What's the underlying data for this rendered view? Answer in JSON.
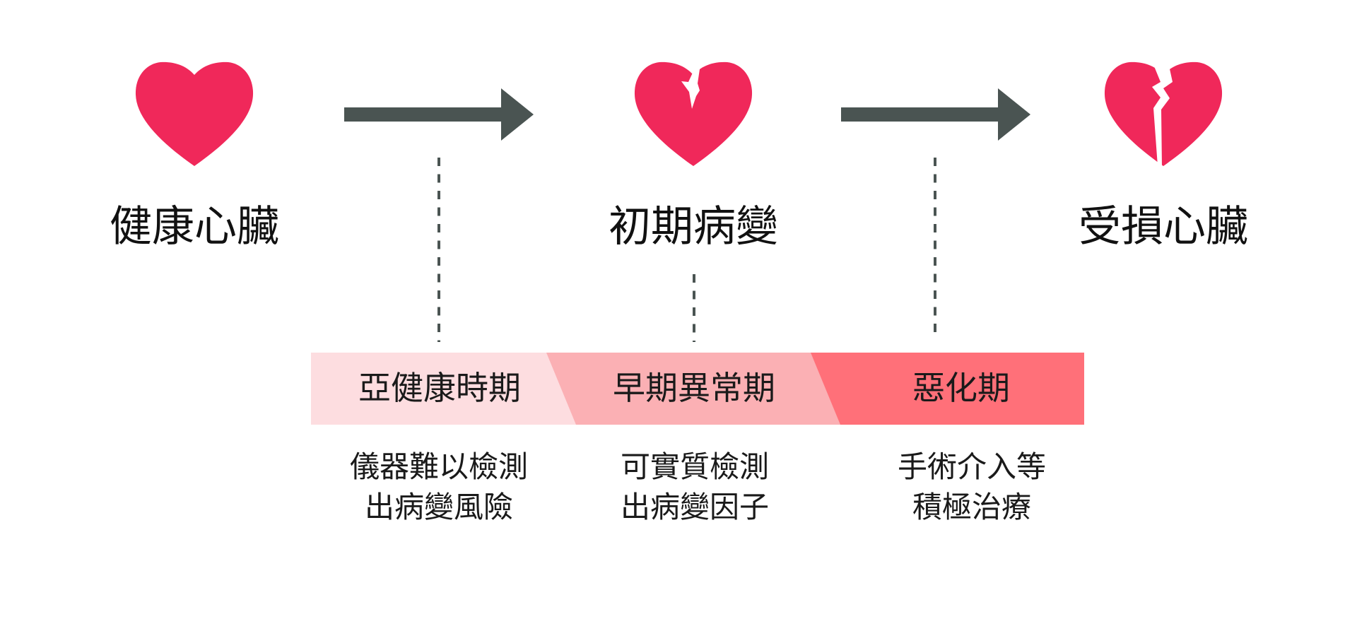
{
  "colors": {
    "heart": "#f0285a",
    "arrow": "#4a5452",
    "dotted_line": "#4a5452",
    "phase_light": "#fddde0",
    "phase_mid": "#fbb0b4",
    "phase_strong": "#ff7079",
    "crack": "#ffffff"
  },
  "stages": [
    {
      "label": "健康心臟",
      "icon": "heart-icon"
    },
    {
      "label": "初期病變",
      "icon": "broken-heart-partial-icon"
    },
    {
      "label": "受損心臟",
      "icon": "broken-heart-icon"
    }
  ],
  "arrows": [
    {
      "icon": "arrow-right-icon"
    },
    {
      "icon": "arrow-right-icon"
    }
  ],
  "phases": [
    {
      "label": "亞健康時期",
      "description": [
        "儀器難以檢測",
        "出病變風險"
      ]
    },
    {
      "label": "早期異常期",
      "description": [
        "可實質檢測",
        "出病變因子"
      ]
    },
    {
      "label": "惡化期",
      "description": [
        "手術介入等",
        "積極治療"
      ]
    }
  ]
}
